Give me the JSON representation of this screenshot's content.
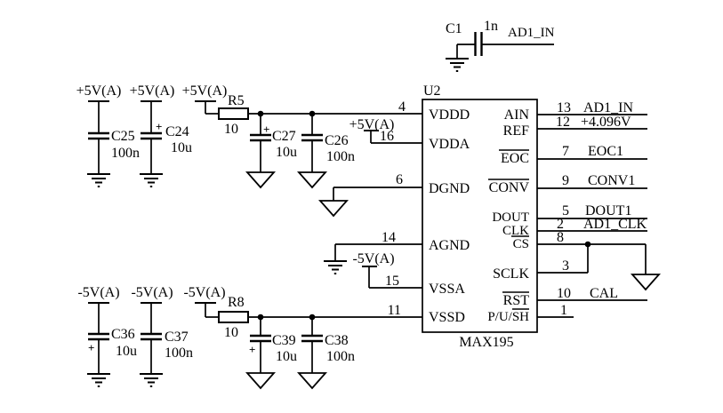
{
  "ic": {
    "refdes": "U2",
    "part": "MAX195",
    "left_pins": [
      {
        "num": "4",
        "name": "VDDD"
      },
      {
        "num": "16",
        "name": "VDDA"
      },
      {
        "num": "6",
        "name": "DGND"
      },
      {
        "num": "14",
        "name": "AGND"
      },
      {
        "num": "15",
        "name": "VSSA"
      },
      {
        "num": "11",
        "name": "VSSD"
      }
    ],
    "right_pins": [
      {
        "num": "13",
        "name": "AIN",
        "net": "AD1_IN"
      },
      {
        "num": "12",
        "name": "REF",
        "net": "+4.096V"
      },
      {
        "num": "7",
        "name": "EOC",
        "net": "EOC1",
        "overline": true
      },
      {
        "num": "9",
        "name": "CONV",
        "net": "CONV1",
        "overline": true
      },
      {
        "num": "5",
        "name": "DOUT",
        "net": "DOUT1"
      },
      {
        "num": "2",
        "name": "CLK",
        "net": "AD1_CLK"
      },
      {
        "num": "8",
        "name": "CS",
        "overline": true
      },
      {
        "num": "3",
        "name": "SCLK"
      },
      {
        "num": "10",
        "name": "RST",
        "net": "CAL",
        "overline": true
      },
      {
        "num": "1",
        "name": "P/U/SH",
        "overline_part": "SH"
      }
    ]
  },
  "input_filter": {
    "ref": "C1",
    "value": "1n",
    "net": "AD1_IN"
  },
  "positive_rail": {
    "labels": [
      "+5V(A)",
      "+5V(A)",
      "+5V(A)"
    ],
    "vdda_label": "+5V(A)"
  },
  "negative_rail": {
    "labels": [
      "-5V(A)",
      "-5V(A)",
      "-5V(A)"
    ],
    "vssa_label": "-5V(A)"
  },
  "components": {
    "c25": {
      "ref": "C25",
      "value": "100n"
    },
    "c24": {
      "ref": "C24",
      "value": "10u",
      "polarity": "+"
    },
    "r5": {
      "ref": "R5",
      "value": "10"
    },
    "c27": {
      "ref": "C27",
      "value": "10u",
      "polarity": "+"
    },
    "c26": {
      "ref": "C26",
      "value": "100n"
    },
    "c36": {
      "ref": "C36",
      "value": "10u",
      "polarity": "+"
    },
    "c37": {
      "ref": "C37",
      "value": "100n"
    },
    "r8": {
      "ref": "R8",
      "value": "10"
    },
    "c39": {
      "ref": "C39",
      "value": "10u",
      "polarity": "+"
    },
    "c38": {
      "ref": "C38",
      "value": "100n"
    }
  }
}
